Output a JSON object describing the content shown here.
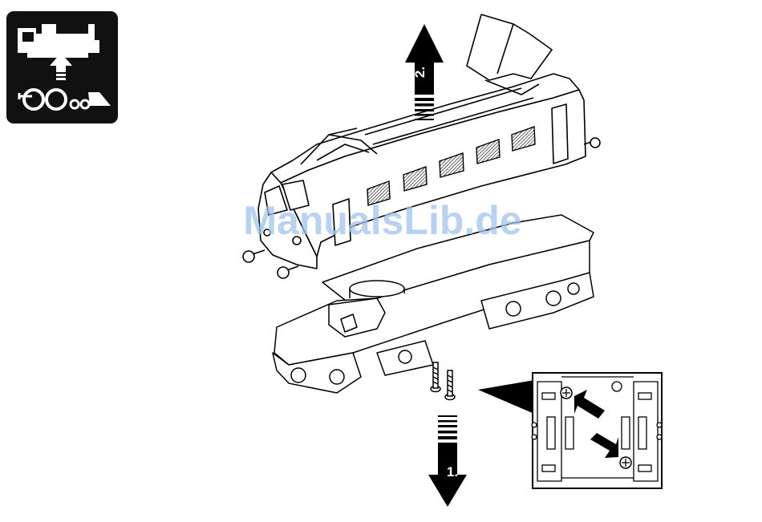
{
  "icon": {
    "name": "locomotive-disassembly-icon",
    "background": "#111111"
  },
  "steps": [
    {
      "number": "1.",
      "direction": "down"
    },
    {
      "number": "2.",
      "direction": "up"
    }
  ],
  "watermark": "ManualsLib.de",
  "colors": {
    "line": "#000000",
    "fill": "#ffffff",
    "watermark": "#9fc3ee"
  }
}
